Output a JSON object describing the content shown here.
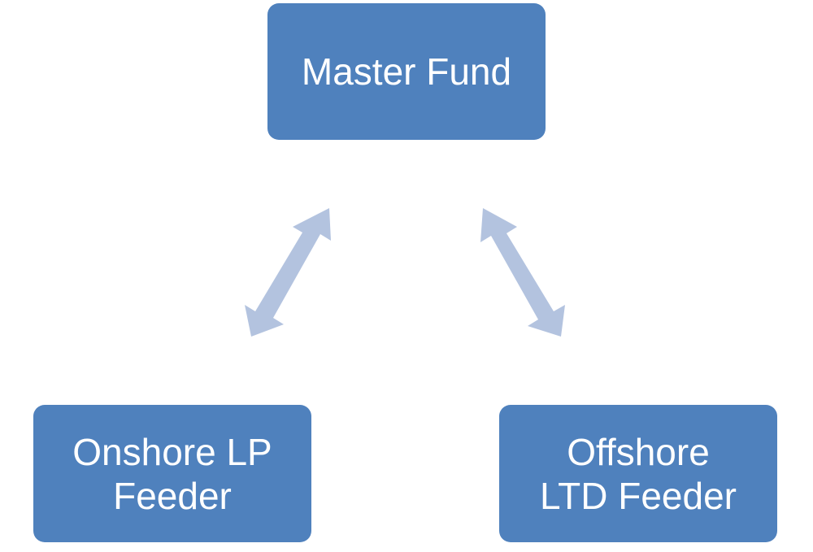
{
  "diagram": {
    "nodes": {
      "master": {
        "lines": [
          "Master Fund"
        ]
      },
      "onshore": {
        "lines": [
          "Onshore LP",
          "Feeder"
        ]
      },
      "offshore": {
        "lines": [
          "Offshore",
          "LTD Feeder"
        ]
      }
    },
    "edges": [
      {
        "from": "onshore",
        "to": "master",
        "direction": "both"
      },
      {
        "from": "offshore",
        "to": "master",
        "direction": "both"
      }
    ]
  },
  "colors": {
    "box_fill": "#4f81bd",
    "box_text": "#ffffff",
    "arrow_fill": "#b3c3df",
    "background": "#ffffff"
  }
}
